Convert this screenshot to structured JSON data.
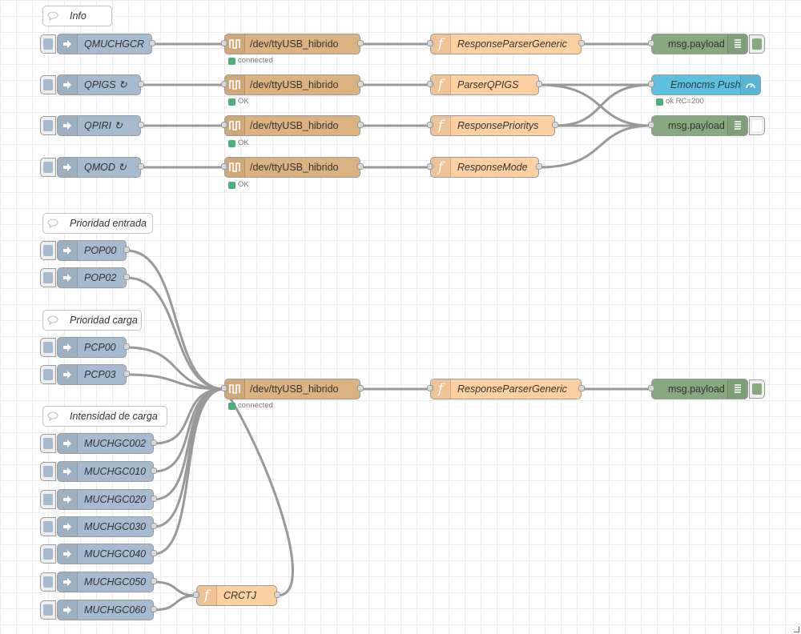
{
  "comments": {
    "info": "Info",
    "prioridad_entrada": "Prioridad entrada",
    "prioridad_carga": "Prioridad carga",
    "intensidad_carga": "Intensidad de carga"
  },
  "inject_nodes": {
    "qmuchgcr": "QMUCHGCR",
    "qpigs": "QPIGS ↻",
    "qpiri": "QPIRI ↻",
    "qmod": "QMOD ↻",
    "pop00": "POP00",
    "pop02": "POP02",
    "pcp00": "PCP00",
    "pcp03": "PCP03",
    "muchgc002": "MUCHGC002",
    "muchgc010": "MUCHGC010",
    "muchgc020": "MUCHGC020",
    "muchgc030": "MUCHGC030",
    "muchgc040": "MUCHGC040",
    "muchgc050": "MUCHGC050",
    "muchgc060": "MUCHGC060"
  },
  "serial_nodes": {
    "s1": "/dev/ttyUSB_hibrido",
    "s2": "/dev/ttyUSB_hibrido",
    "s3": "/dev/ttyUSB_hibrido",
    "s4": "/dev/ttyUSB_hibrido",
    "s5": "/dev/ttyUSB_hibrido"
  },
  "statuses": {
    "s1": "connected",
    "s2": "OK",
    "s3": "OK",
    "s4": "OK",
    "s5": "connected",
    "emoncms": "ok RC=200"
  },
  "function_nodes": {
    "f1": "ResponseParserGeneric",
    "f2": "ParserQPIGS",
    "f3": "ResponsePrioritys",
    "f4": "ResponseMode",
    "f5": "ResponseParserGeneric",
    "crctj": "CRCTJ"
  },
  "output_nodes": {
    "debug1": "msg.payload",
    "emoncms": "Emoncms Push",
    "debug2": "msg.payload",
    "debug3": "msg.payload"
  },
  "icons": {
    "inject": "arrow-right-icon",
    "serial": "serial-wave-icon",
    "function": "function-f-icon",
    "debug": "list-lines-icon",
    "emoncms": "gauge-icon",
    "comment": "speech-bubble-icon"
  },
  "colors": {
    "inject": "#a6bbcf",
    "serial": "#dbb381",
    "function": "#fdd0a2",
    "debug": "#87a980",
    "emoncms": "#5ec0de",
    "wire": "#999999",
    "status_ok": "#4caf7d"
  }
}
